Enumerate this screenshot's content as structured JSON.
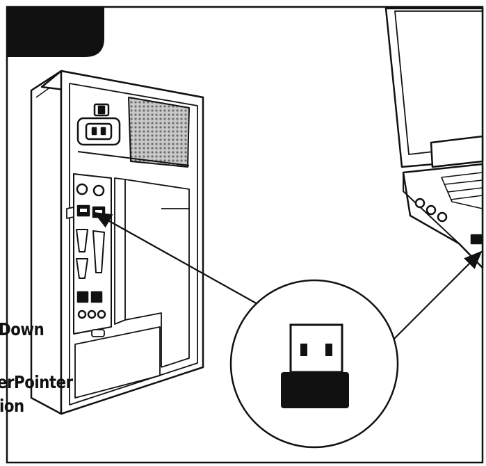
{
  "labels": {
    "down_fragment": "Down",
    "pointer_fragment": "erPointer",
    "ion_fragment": "ion"
  },
  "colors": {
    "ink": "#111111",
    "paper": "#ffffff",
    "grille": "#9a9a9a"
  },
  "icons": {
    "receiver": "usb-receiver-icon",
    "tower": "desktop-tower-icon",
    "laptop": "laptop-icon"
  }
}
